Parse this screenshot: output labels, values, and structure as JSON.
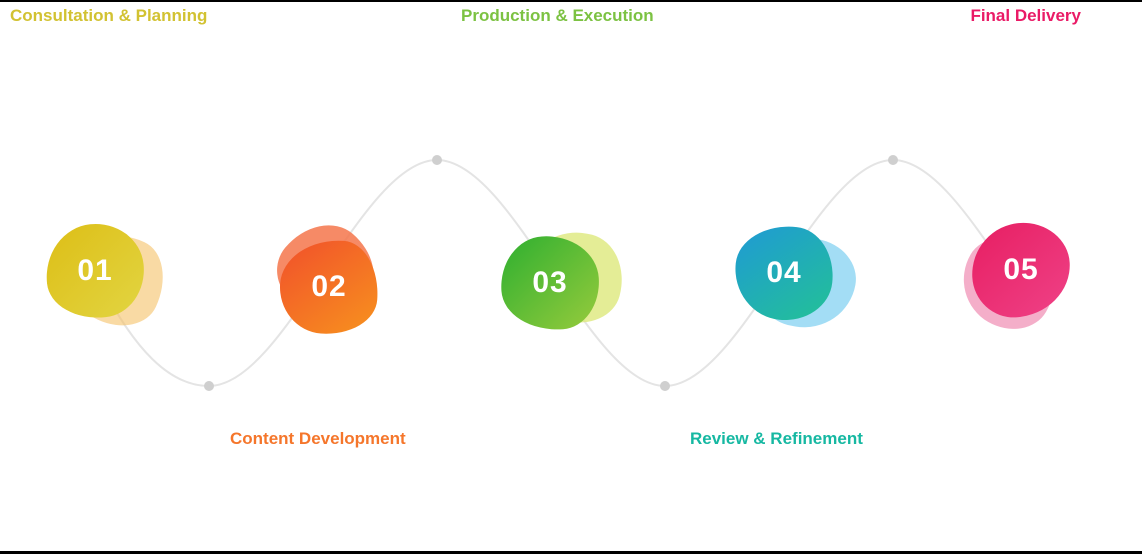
{
  "diagram": {
    "type": "process-timeline",
    "step_count": 5,
    "connector_color": "#e4e4e4",
    "dot_color": "#cfcfcf",
    "background": "#ffffff"
  },
  "steps": [
    {
      "number": "01",
      "label": "Consultation & Planning",
      "label_position": "top-left",
      "label_color": "#d2c232",
      "color_from": "#ddbe16",
      "color_to": "#e2d542",
      "color_secondary": "#f5c268"
    },
    {
      "number": "02",
      "label": "Content Development",
      "label_position": "bottom",
      "label_color": "#f5762b",
      "color_from": "#f14f2b",
      "color_to": "#f7931e",
      "color_secondary": "#f4764b"
    },
    {
      "number": "03",
      "label": "Production & Execution",
      "label_position": "top-center",
      "label_color": "#7cc242",
      "color_from": "#2daf30",
      "color_to": "#97cb3c",
      "color_secondary": "#dde87c"
    },
    {
      "number": "04",
      "label": "Review & Refinement",
      "label_position": "bottom",
      "label_color": "#16b8a2",
      "color_from": "#1f99d6",
      "color_to": "#23c295",
      "color_secondary": "#84d2f1"
    },
    {
      "number": "05",
      "label": "Final Delivery",
      "label_position": "top-right",
      "label_color": "#ea1a66",
      "color_from": "#e71e62",
      "color_to": "#ef4287",
      "color_secondary": "#f2a0bf"
    }
  ]
}
